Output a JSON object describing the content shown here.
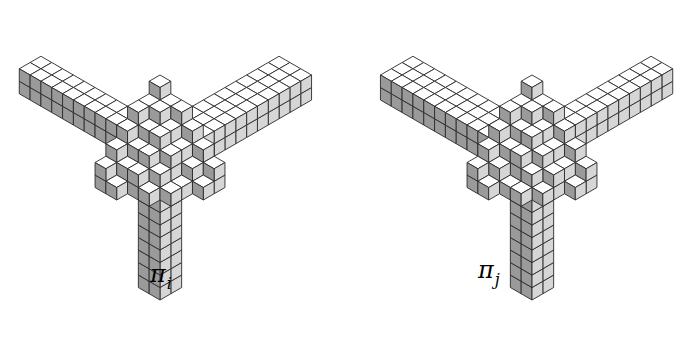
{
  "diagram": {
    "labels": [
      "π",
      "i",
      "π",
      "j"
    ]
  }
}
